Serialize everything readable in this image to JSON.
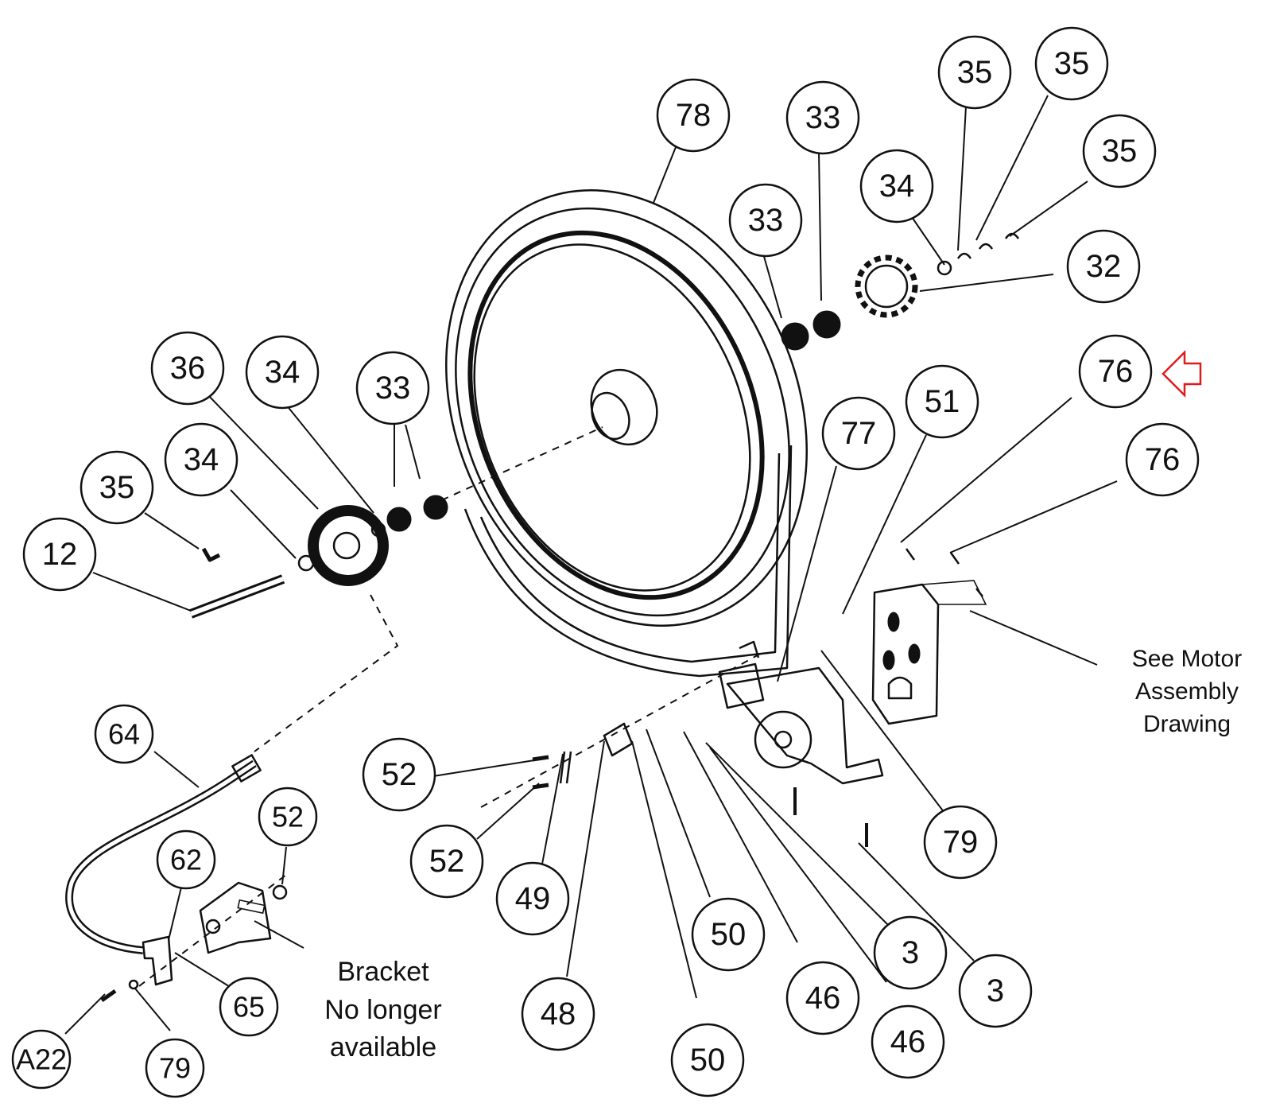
{
  "diagram": {
    "callouts": [
      {
        "id": "c-78",
        "label": "78"
      },
      {
        "id": "c-33-a",
        "label": "33"
      },
      {
        "id": "c-33-b",
        "label": "33"
      },
      {
        "id": "c-35-a",
        "label": "35"
      },
      {
        "id": "c-35-b",
        "label": "35"
      },
      {
        "id": "c-35-c",
        "label": "35"
      },
      {
        "id": "c-34-a",
        "label": "34"
      },
      {
        "id": "c-32",
        "label": "32"
      },
      {
        "id": "c-76-a",
        "label": "76"
      },
      {
        "id": "c-76-b",
        "label": "76"
      },
      {
        "id": "c-51",
        "label": "51"
      },
      {
        "id": "c-77",
        "label": "77"
      },
      {
        "id": "c-36",
        "label": "36"
      },
      {
        "id": "c-34-b",
        "label": "34"
      },
      {
        "id": "c-33-c",
        "label": "33"
      },
      {
        "id": "c-34-c",
        "label": "34"
      },
      {
        "id": "c-35-d",
        "label": "35"
      },
      {
        "id": "c-12",
        "label": "12"
      },
      {
        "id": "c-64",
        "label": "64"
      },
      {
        "id": "c-52-a",
        "label": "52"
      },
      {
        "id": "c-52-b",
        "label": "52"
      },
      {
        "id": "c-62",
        "label": "62"
      },
      {
        "id": "c-52-c",
        "label": "52"
      },
      {
        "id": "c-49",
        "label": "49"
      },
      {
        "id": "c-79-a",
        "label": "79"
      },
      {
        "id": "c-50-a",
        "label": "50"
      },
      {
        "id": "c-3-a",
        "label": "3"
      },
      {
        "id": "c-3-b",
        "label": "3"
      },
      {
        "id": "c-46-a",
        "label": "46"
      },
      {
        "id": "c-46-b",
        "label": "46"
      },
      {
        "id": "c-48",
        "label": "48"
      },
      {
        "id": "c-50-b",
        "label": "50"
      },
      {
        "id": "c-65",
        "label": "65"
      },
      {
        "id": "c-A22",
        "label": "A22"
      },
      {
        "id": "c-79-b",
        "label": "79"
      }
    ],
    "notes": {
      "motor_line1": "See Motor",
      "motor_line2": "Assembly",
      "motor_line3": "Drawing",
      "bracket_line1": "Bracket",
      "bracket_line2": "No longer",
      "bracket_line3": "available"
    },
    "highlight": {
      "target_label": "76",
      "color": "#e01b1b",
      "icon": "left-arrow-outline"
    }
  }
}
